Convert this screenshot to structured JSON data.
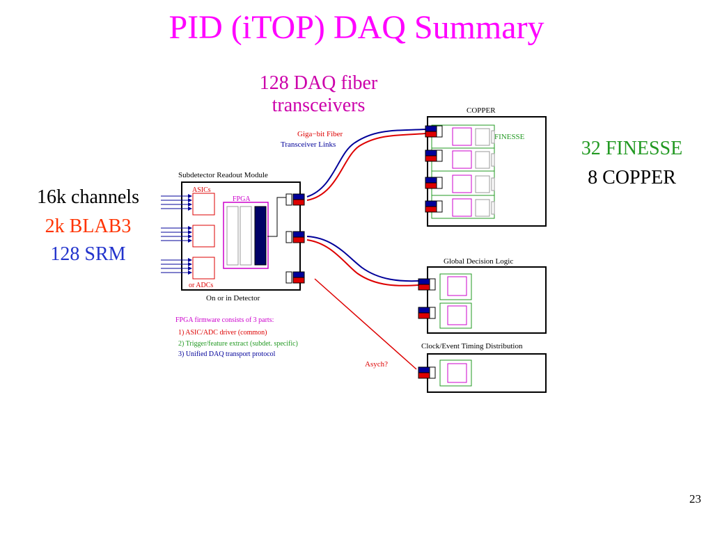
{
  "title": "PID (iTOP) DAQ Summary",
  "fiber_label": {
    "line1": "128 DAQ fiber",
    "line2": "transceivers"
  },
  "finesse_count": "32 FINESSE",
  "copper_count": "8 COPPER",
  "channels": "16k channels",
  "blab3": "2k BLAB3",
  "srm": "128 SRM",
  "diagram": {
    "copper_label": "COPPER",
    "finesse_label": "FINESSE",
    "gigabit_label": "Giga−bit Fiber",
    "transceiver_links_label": "Transceiver Links",
    "readout_module_label": "Subdetector Readout Module",
    "asics_label": "ASICs",
    "fpga_label": "FPGA",
    "adcs_label": "or ADCs",
    "detector_label": "On or in Detector",
    "gdl_label": "Global Decision Logic",
    "clock_label": "Clock/Event Timing Distribution",
    "asych_label": "Asych?",
    "firmware_title": "FPGA firmware consists of 3 parts:",
    "firmware_items": [
      "1) ASIC/ADC driver (common)",
      "2) Trigger/feature extract (subdet. specific)",
      "3) Unified DAQ transport protocol"
    ]
  },
  "colors": {
    "title": "#ff00ff",
    "fiber_red": "#dd0000",
    "fiber_blue": "#000099",
    "finesse_green": "#229922",
    "asic_red": "#ff3300",
    "fpga_magenta": "#cc00cc",
    "srm_blue": "#2233cc"
  },
  "page_number": "23"
}
